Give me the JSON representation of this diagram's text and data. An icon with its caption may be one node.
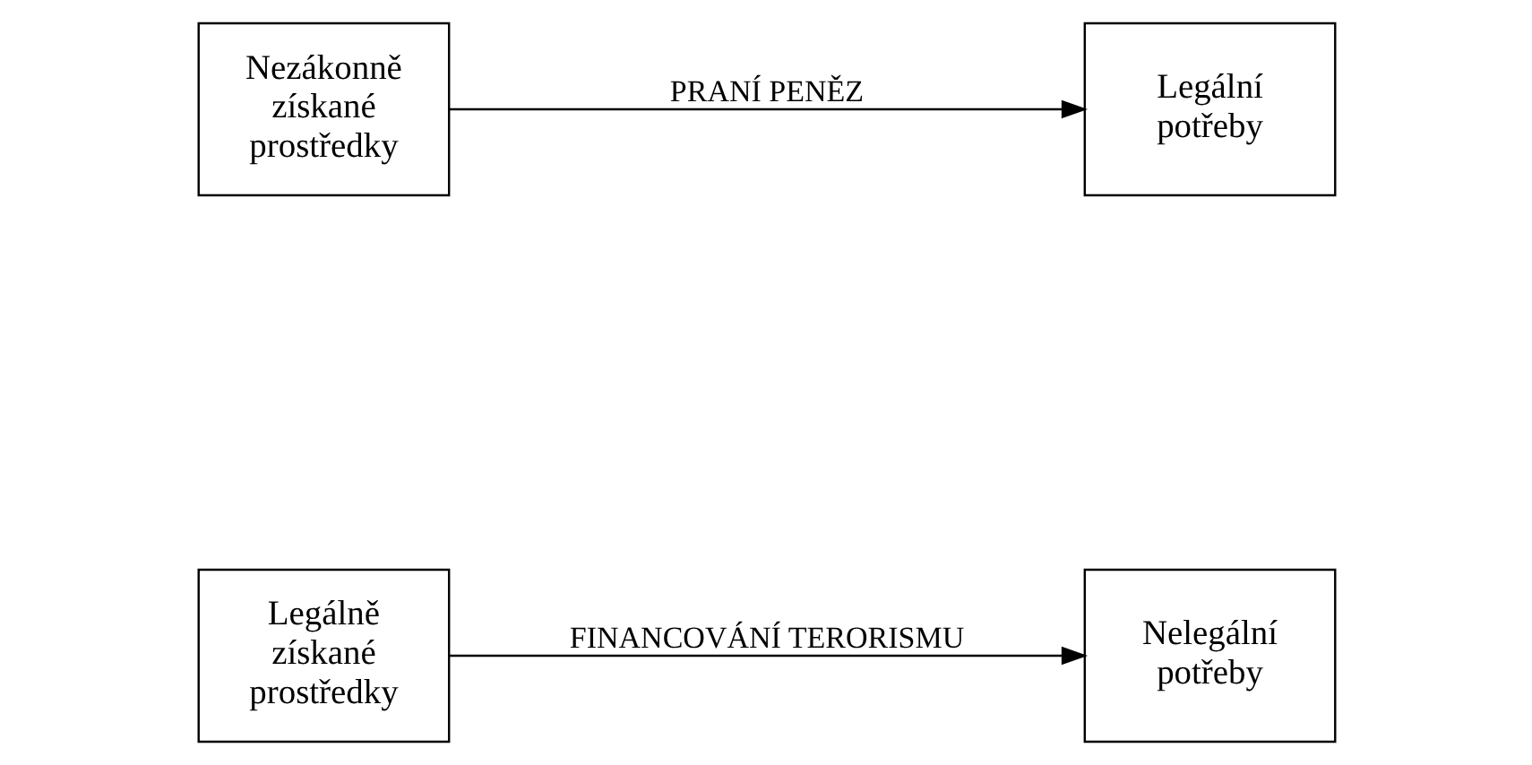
{
  "diagram": {
    "nodes": [
      {
        "text": [
          "Nezákonně získané prostředky"
        ]
      },
      {
        "text": [
          "Legální potřeby"
        ]
      },
      {
        "text": [
          "Legálně získané prostředky"
        ]
      },
      {
        "text": [
          "Nelegální potřeby"
        ]
      }
    ],
    "edges": [
      {
        "from": 0,
        "to": 1,
        "arrow": "to",
        "label": "PRANÍ PENĚZ"
      },
      {
        "from": 2,
        "to": 3,
        "arrow": "to",
        "label": "FINANCOVÁNÍ TERORISMU"
      }
    ]
  }
}
